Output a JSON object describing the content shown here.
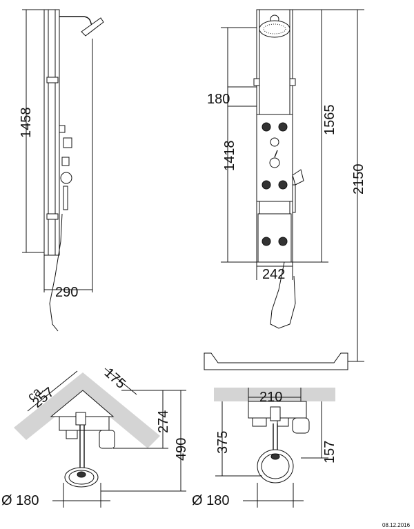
{
  "dimensions": {
    "side_height": "1458",
    "side_width": "290",
    "front_spacing": "180",
    "front_body_height": "1418",
    "front_shower_height": "1565",
    "front_total_height": "2150",
    "front_width": "242",
    "corner_ca": "ca.",
    "corner_diag": "257",
    "corner_depth": "175",
    "corner_274": "274",
    "corner_490": "490",
    "corner_rose": "Ø 180",
    "wall_210": "210",
    "wall_375": "375",
    "wall_157": "157",
    "wall_rose": "Ø 180"
  },
  "date": "08.12.2016"
}
